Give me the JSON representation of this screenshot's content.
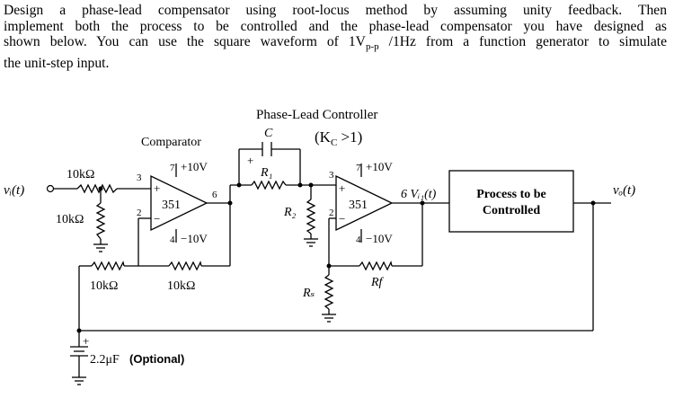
{
  "problem": {
    "line1": "Design a phase-lead compensator using root-locus method by assuming unity feedback. Then",
    "line2": "implement both the process to be controlled and the phase-lead compensator you have designed as",
    "line3_pre": "shown below. You can use the square waveform of 1V",
    "line3_sub": "p-p",
    "line3_post": " /1Hz from a function generator to simulate",
    "line4": "the unit-step input."
  },
  "diagram": {
    "vi": "vᵢ(t)",
    "vo": "vₒ(t)",
    "vi1": "6 Vᵢ₁(t)",
    "comparator": {
      "title": "Comparator",
      "opamp_label": "351",
      "r_in_top": "10kΩ",
      "r_in_bottom": "10kΩ",
      "r_feedback_left": "10kΩ",
      "r_feedback_right": "10kΩ",
      "vplus": "+10V",
      "vminus": "−10V",
      "pin7": "7",
      "pin4": "4",
      "pin3": "3",
      "pin2": "2",
      "pin6": "6",
      "plus": "+",
      "minus": "−"
    },
    "lead": {
      "title": "Phase-Lead Controller",
      "cap": "C",
      "kc": "(K",
      "kc_sub": "C",
      "kc_tail": " >1)",
      "r1": "R₁",
      "r2": "R₂",
      "rs": "Rₛ",
      "rf": "Rf",
      "opamp_label": "351",
      "vplus": "+10V",
      "vminus": "−10V",
      "pin7": "7",
      "pin4": "4",
      "pin3": "3",
      "pin2": "2",
      "plus": "+",
      "minus": "−",
      "cap_plus": "+"
    },
    "process": {
      "line1": "Process to be",
      "line2": "Controlled"
    },
    "optional_cap": {
      "value": "2.2μF",
      "note": "(Optional)",
      "plus": "+"
    }
  }
}
